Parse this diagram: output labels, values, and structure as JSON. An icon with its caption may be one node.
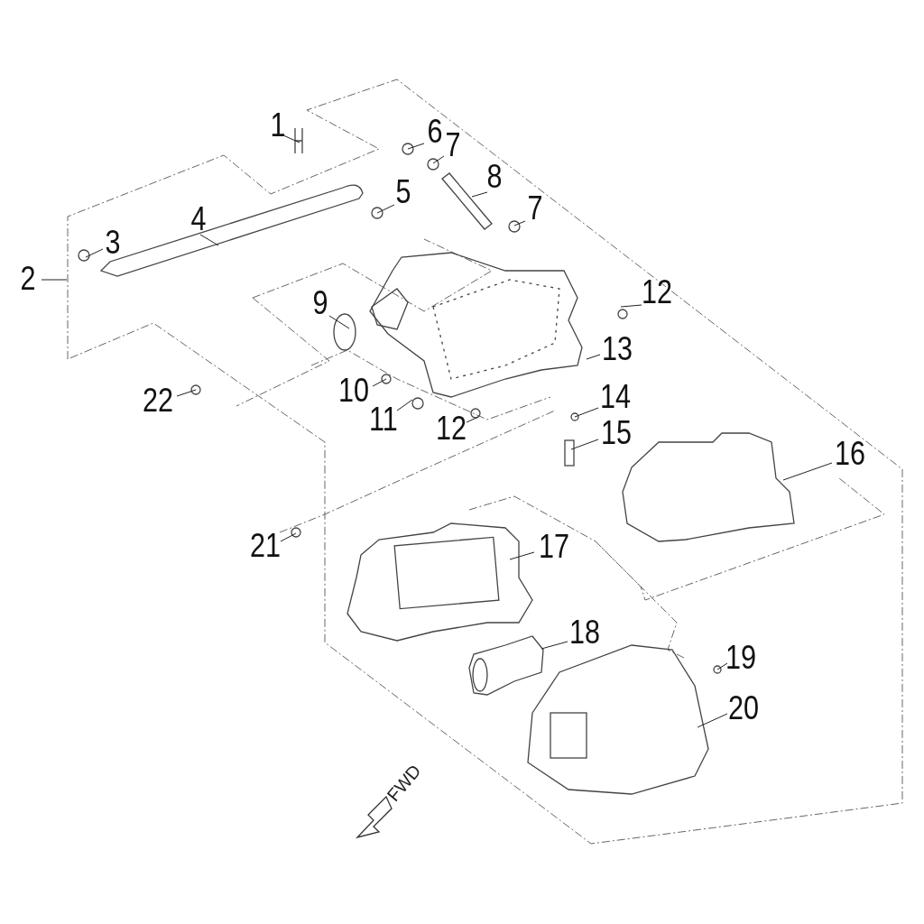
{
  "diagram": {
    "nodes": [
      {
        "text": [
          "1"
        ]
      },
      {
        "text": [
          "6"
        ]
      },
      {
        "text": [
          "7"
        ]
      },
      {
        "text": [
          "8"
        ]
      },
      {
        "text": [
          "5"
        ]
      },
      {
        "text": [
          "4"
        ]
      },
      {
        "text": [
          "7"
        ]
      },
      {
        "text": [
          "3"
        ]
      },
      {
        "text": [
          "2"
        ]
      },
      {
        "text": [
          "12"
        ]
      },
      {
        "text": [
          "9"
        ]
      },
      {
        "text": [
          "13"
        ]
      },
      {
        "text": [
          "10"
        ]
      },
      {
        "text": [
          "14"
        ]
      },
      {
        "text": [
          "22"
        ]
      },
      {
        "text": [
          "11"
        ]
      },
      {
        "text": [
          "12"
        ]
      },
      {
        "text": [
          "15"
        ]
      },
      {
        "text": [
          "16"
        ]
      },
      {
        "text": [
          "21"
        ]
      },
      {
        "text": [
          "17"
        ]
      },
      {
        "text": [
          "18"
        ]
      },
      {
        "text": [
          "19"
        ]
      },
      {
        "text": [
          "20"
        ]
      }
    ],
    "edges": [
      {
        "from": 0,
        "to": null,
        "arrow": "none"
      },
      {
        "from": 1,
        "to": null,
        "arrow": "none"
      },
      {
        "from": 2,
        "to": null,
        "arrow": "none"
      },
      {
        "from": 3,
        "to": null,
        "arrow": "none"
      },
      {
        "from": 4,
        "to": null,
        "arrow": "none"
      },
      {
        "from": 5,
        "to": null,
        "arrow": "none"
      },
      {
        "from": 6,
        "to": null,
        "arrow": "none"
      },
      {
        "from": 7,
        "to": null,
        "arrow": "none"
      },
      {
        "from": 8,
        "to": null,
        "arrow": "none"
      },
      {
        "from": 9,
        "to": null,
        "arrow": "none"
      },
      {
        "from": 10,
        "to": null,
        "arrow": "none"
      },
      {
        "from": 11,
        "to": null,
        "arrow": "none"
      },
      {
        "from": 12,
        "to": null,
        "arrow": "none"
      },
      {
        "from": 13,
        "to": null,
        "arrow": "none"
      },
      {
        "from": 14,
        "to": null,
        "arrow": "none"
      },
      {
        "from": 15,
        "to": null,
        "arrow": "none"
      },
      {
        "from": 16,
        "to": null,
        "arrow": "none"
      },
      {
        "from": 17,
        "to": null,
        "arrow": "none"
      },
      {
        "from": 18,
        "to": null,
        "arrow": "none"
      },
      {
        "from": 19,
        "to": null,
        "arrow": "none"
      },
      {
        "from": 20,
        "to": null,
        "arrow": "none"
      },
      {
        "from": 21,
        "to": null,
        "arrow": "none"
      },
      {
        "from": 22,
        "to": null,
        "arrow": "none"
      },
      {
        "from": 23,
        "to": null,
        "arrow": "none"
      }
    ],
    "labels": [
      "FWD"
    ]
  }
}
